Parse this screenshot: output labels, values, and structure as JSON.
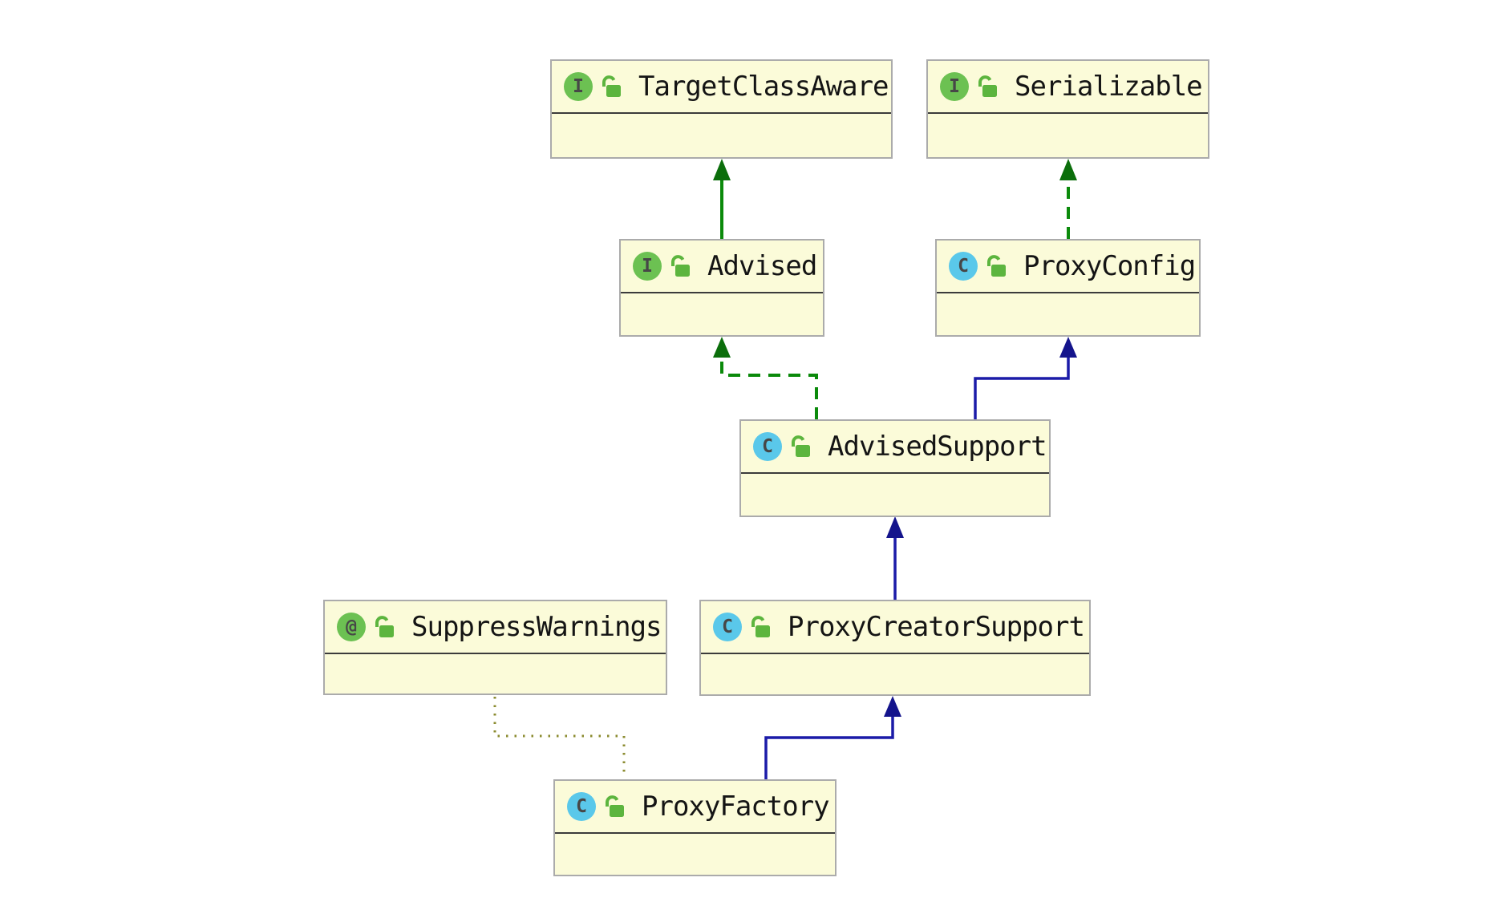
{
  "diagram": {
    "type": "uml-class-diagram",
    "colors": {
      "background": "#ffffff",
      "node_fill": "#FBFBD9",
      "node_border": "#ABABAB",
      "compartment_divider": "#3B3B3B",
      "inheritance_green": "#0B8A0B",
      "inheritance_navy": "#1B1BA8",
      "annotation_dotted_olive": "#8B8B2F",
      "interface_icon_green": "#6CC152",
      "class_icon_cyan": "#5AC8EA",
      "lock_icon_green": "#5CB53E"
    },
    "nodes": [
      {
        "id": "TargetClassAware",
        "label": "TargetClassAware",
        "kind": "interface",
        "icon_letter": "I"
      },
      {
        "id": "Serializable",
        "label": "Serializable",
        "kind": "interface",
        "icon_letter": "I"
      },
      {
        "id": "Advised",
        "label": "Advised",
        "kind": "interface",
        "icon_letter": "I"
      },
      {
        "id": "ProxyConfig",
        "label": "ProxyConfig",
        "kind": "class",
        "icon_letter": "C"
      },
      {
        "id": "AdvisedSupport",
        "label": "AdvisedSupport",
        "kind": "class",
        "icon_letter": "C"
      },
      {
        "id": "SuppressWarnings",
        "label": "SuppressWarnings",
        "kind": "annotation",
        "icon_letter": "@"
      },
      {
        "id": "ProxyCreatorSupport",
        "label": "ProxyCreatorSupport",
        "kind": "class",
        "icon_letter": "C"
      },
      {
        "id": "ProxyFactory",
        "label": "ProxyFactory",
        "kind": "class",
        "icon_letter": "C"
      }
    ],
    "edges": [
      {
        "from": "Advised",
        "to": "TargetClassAware",
        "type": "extends",
        "style": "solid-green-triangle"
      },
      {
        "from": "ProxyConfig",
        "to": "Serializable",
        "type": "implements",
        "style": "dashed-green-triangle"
      },
      {
        "from": "AdvisedSupport",
        "to": "Advised",
        "type": "implements",
        "style": "dashed-green-triangle"
      },
      {
        "from": "AdvisedSupport",
        "to": "ProxyConfig",
        "type": "extends",
        "style": "solid-navy-triangle"
      },
      {
        "from": "ProxyCreatorSupport",
        "to": "AdvisedSupport",
        "type": "extends",
        "style": "solid-navy-triangle"
      },
      {
        "from": "ProxyFactory",
        "to": "ProxyCreatorSupport",
        "type": "extends",
        "style": "solid-navy-triangle"
      },
      {
        "from": "ProxyFactory",
        "to": "SuppressWarnings",
        "type": "annotation",
        "style": "dotted-olive"
      }
    ]
  }
}
